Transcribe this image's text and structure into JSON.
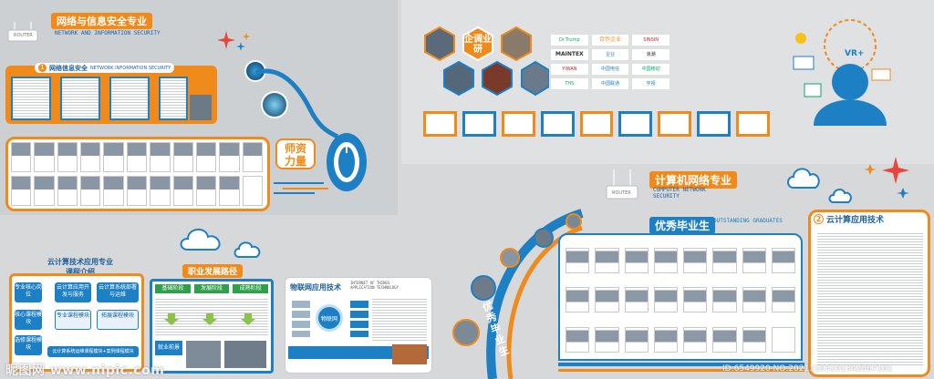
{
  "colors": {
    "orange": "#f08a1a",
    "blue": "#1d7fc4",
    "dark_blue": "#1d5f9c",
    "light_panel": "#cfd1d4"
  },
  "section_network_security": {
    "router_label": "ROUTER",
    "title": "网络与信息安全专业",
    "title_en": "NETWORK AND INFORMATION SECURITY",
    "sub_title": "网络信息安全",
    "sub_title_en": "NETWORK INFORMATION SECURITY",
    "sub_badge": "1",
    "faculty_label": "师资力量"
  },
  "section_enterprise": {
    "hex_label": "企调业研",
    "logos": [
      "Dr.Trump",
      "合作企业",
      "SINSIN",
      "MAINTEX",
      "企业",
      "浪潮",
      "YIWAN",
      "中国电信",
      "中国移动",
      "THS",
      "中国联通",
      "宇视"
    ]
  },
  "right_top": {
    "vr_label": "VR+"
  },
  "section_computer_network": {
    "router_label": "ROUTER",
    "title": "计算机网络专业",
    "title_en": "COMPUTER NETWORK SECURITY",
    "graduates_title": "优秀毕业生",
    "graduates_title_en": "OUTSTANDING GRADUATES",
    "graduates_vertical": "优秀毕业生"
  },
  "section_cloud": {
    "badge": "2",
    "title": "云计算应用技术"
  },
  "cloud_course": {
    "title_line1": "云计算技术应用专业",
    "title_line2": "课程介绍",
    "blocks": [
      "专业核心岗位",
      "云计算应用开发与服务",
      "云计算系统部署与运维",
      "核心课程模块",
      "专业课程模块",
      "拓展课程模块",
      "选修课程模块",
      "云计算系统运维课程模块+案例课程模块"
    ]
  },
  "career_path": {
    "title": "职业发展路径",
    "columns": [
      "基础阶段",
      "发展阶段",
      "成熟阶段"
    ],
    "bottom_label": "就业前景"
  },
  "iot": {
    "title": "物联网应用技术",
    "title_en": "INTERNET OF THINGS APPLICATION TECHNOLOGY",
    "center_label": "物联网"
  },
  "watermark": {
    "left": "昵图网 www.nipic.com",
    "right": "ID:6549920 NO:20211103101342667101"
  }
}
